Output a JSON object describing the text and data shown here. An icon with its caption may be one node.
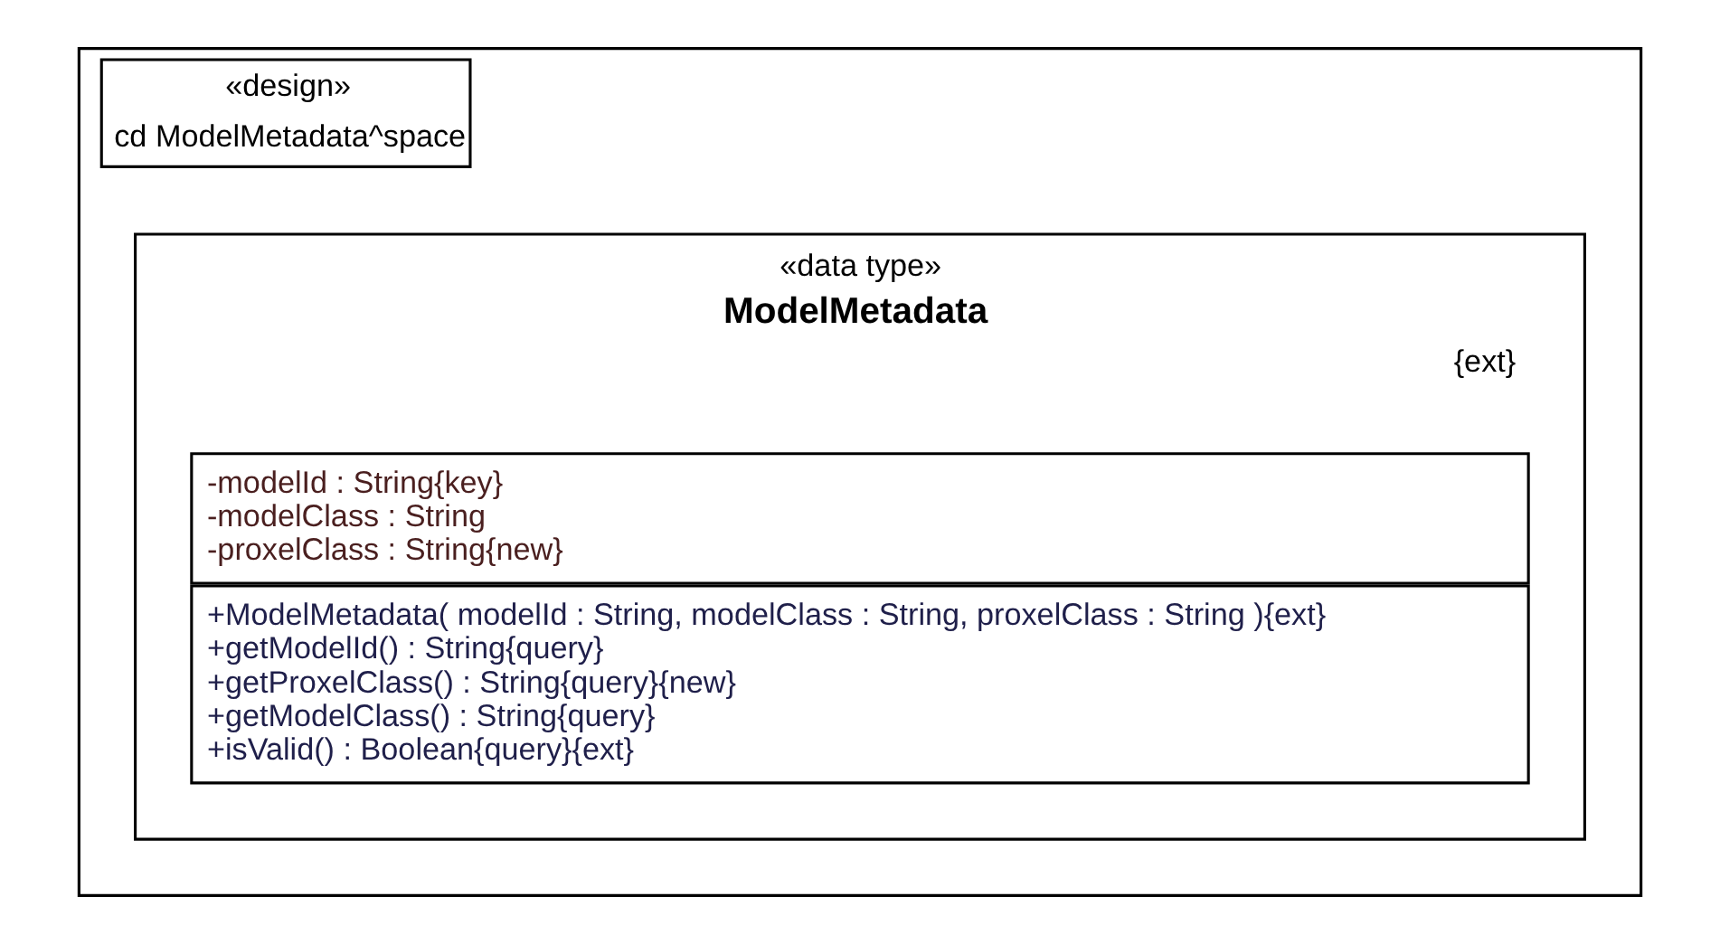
{
  "diagram": {
    "nodes": [
      {
        "text": [
          "«design»",
          "cd ModelMetadata^space"
        ]
      },
      {
        "text": [
          "«data type»",
          "ModelMetadata",
          "{ext}"
        ],
        "in": 0
      },
      {
        "text": [
          "-modelId : String{key}",
          "-modelClass : String",
          "-proxelClass : String{new}"
        ],
        "in": 1
      },
      {
        "text": [
          "+ModelMetadata( modelId : String, modelClass : String, proxelClass : String ){ext}",
          "+getModelId() : String{query}",
          "+getProxelClass() : String{query}{new}",
          "+getModelClass() : String{query}",
          "+isValid() : Boolean{query}{ext}"
        ],
        "in": 1
      }
    ],
    "edges": []
  }
}
